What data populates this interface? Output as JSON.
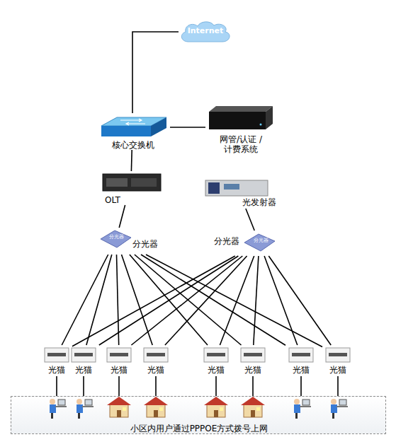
{
  "diagram": {
    "nodes": [
      {
        "text": [
          "Internet"
        ]
      },
      {
        "text": [
          "核心交换机"
        ]
      },
      {
        "text": [
          "网管/认证 /计费系统"
        ]
      },
      {
        "text": [
          "OLT"
        ]
      },
      {
        "text": [
          "光发射器"
        ]
      },
      {
        "text": [
          "分光器",
          "分光器"
        ]
      },
      {
        "text": [
          "分光器",
          "分光器"
        ]
      },
      {
        "text": [
          "光猫"
        ]
      },
      {
        "text": [
          "光猫"
        ]
      },
      {
        "text": [
          "光猫"
        ]
      },
      {
        "text": [
          "光猫"
        ]
      },
      {
        "text": [
          "光猫"
        ]
      },
      {
        "text": [
          "光猫"
        ]
      },
      {
        "text": [
          "光猫"
        ]
      },
      {
        "text": [
          "光猫"
        ]
      },
      {
        "text": [
          "小区内用户通过PPPOE方式拨号上网"
        ]
      }
    ],
    "edges": [
      {
        "from": 0,
        "to": 1,
        "arrow": "none"
      },
      {
        "from": 1,
        "to": 2,
        "arrow": "none"
      },
      {
        "from": 1,
        "to": 3,
        "arrow": "none"
      },
      {
        "from": 3,
        "to": 5,
        "arrow": "none"
      },
      {
        "from": 4,
        "to": 6,
        "arrow": "none"
      },
      {
        "from": 5,
        "to": 7,
        "arrow": "none"
      },
      {
        "from": 5,
        "to": 8,
        "arrow": "none"
      },
      {
        "from": 5,
        "to": 9,
        "arrow": "none"
      },
      {
        "from": 5,
        "to": 10,
        "arrow": "none"
      },
      {
        "from": 5,
        "to": 11,
        "arrow": "none"
      },
      {
        "from": 5,
        "to": 12,
        "arrow": "none"
      },
      {
        "from": 5,
        "to": 13,
        "arrow": "none"
      },
      {
        "from": 5,
        "to": 14,
        "arrow": "none"
      },
      {
        "from": 6,
        "to": 7,
        "arrow": "none"
      },
      {
        "from": 6,
        "to": 8,
        "arrow": "none"
      },
      {
        "from": 6,
        "to": 9,
        "arrow": "none"
      },
      {
        "from": 6,
        "to": 10,
        "arrow": "none"
      },
      {
        "from": 6,
        "to": 11,
        "arrow": "none"
      },
      {
        "from": 6,
        "to": 12,
        "arrow": "none"
      },
      {
        "from": 6,
        "to": 13,
        "arrow": "none"
      },
      {
        "from": 6,
        "to": 14,
        "arrow": "none"
      },
      {
        "from": 7,
        "to": 15,
        "arrow": "none"
      },
      {
        "from": 8,
        "to": 15,
        "arrow": "none"
      },
      {
        "from": 9,
        "to": 15,
        "arrow": "none"
      },
      {
        "from": 10,
        "to": 15,
        "arrow": "none"
      },
      {
        "from": 11,
        "to": 15,
        "arrow": "none"
      },
      {
        "from": 12,
        "to": 15,
        "arrow": "none"
      },
      {
        "from": 13,
        "to": 15,
        "arrow": "none"
      },
      {
        "from": 14,
        "to": 15,
        "arrow": "none"
      }
    ]
  }
}
